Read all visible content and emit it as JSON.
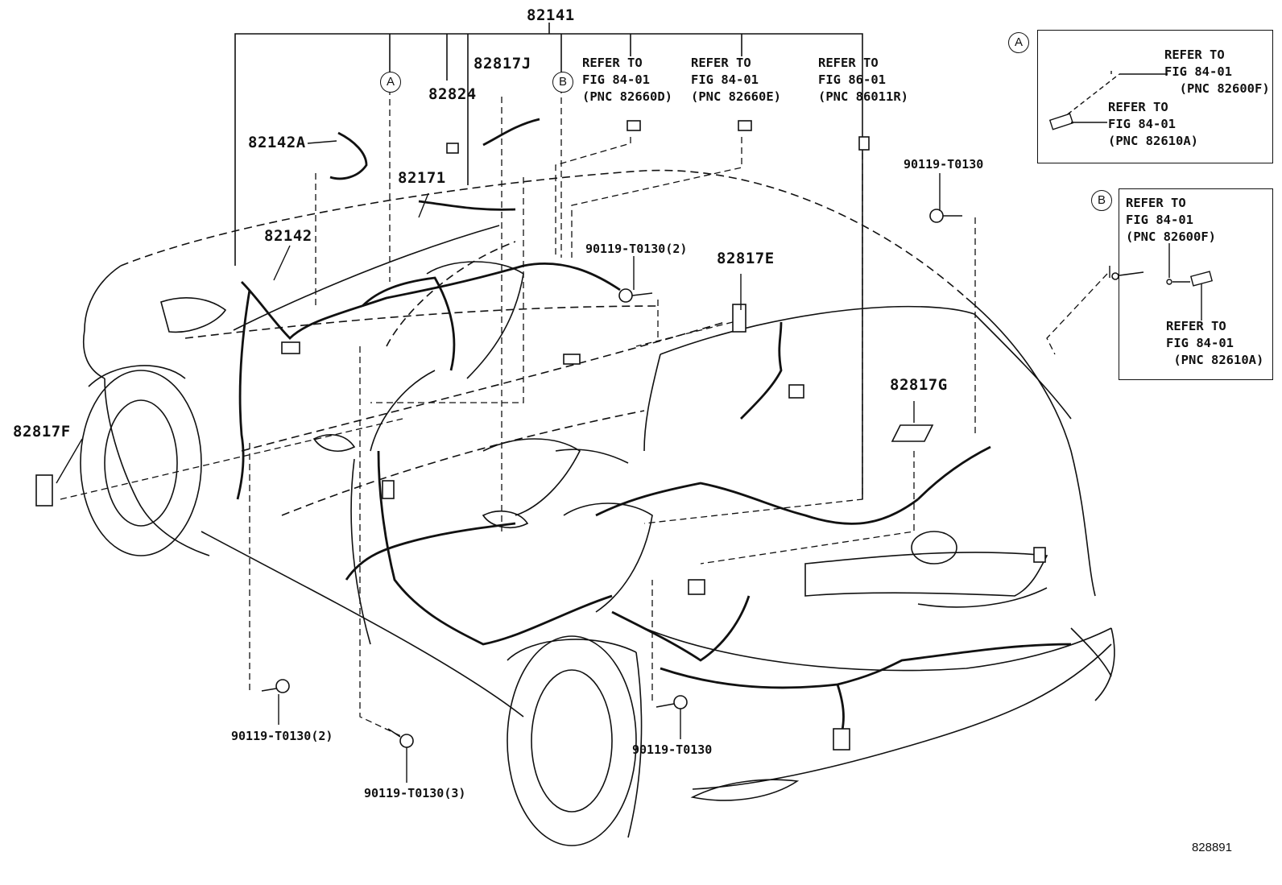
{
  "diagram": {
    "figure_number": "828891",
    "parts": {
      "p82141": "82141",
      "p82817J": "82817J",
      "p82824": "82824",
      "p82142A": "82142A",
      "p82171": "82171",
      "p82142": "82142",
      "p82817E": "82817E",
      "p82817F": "82817F",
      "p82817G": "82817G"
    },
    "fasteners": {
      "b1": "90119-T0130",
      "b2": "90119-T0130(2)",
      "b3": "90119-T0130(2)",
      "b4": "90119-T0130(3)",
      "b5": "90119-T0130"
    },
    "callouts": {
      "a": "A",
      "b": "B"
    },
    "references": {
      "r1": "REFER TO\nFIG 84-01\n(PNC 82660D)",
      "r2": "REFER TO\nFIG 84-01\n(PNC 82660E)",
      "r3": "REFER TO\nFIG 86-01\n(PNC 86011R)"
    },
    "detail_a": {
      "label": "A",
      "ref_top": "REFER TO\nFIG 84-01\n  (PNC 82600F)",
      "ref_bottom": "REFER TO\nFIG 84-01\n(PNC 82610A)"
    },
    "detail_b": {
      "label": "B",
      "ref_top": "REFER TO\nFIG 84-01\n(PNC 82600F)",
      "ref_bottom": "REFER TO\nFIG 84-01\n (PNC 82610A)"
    }
  }
}
